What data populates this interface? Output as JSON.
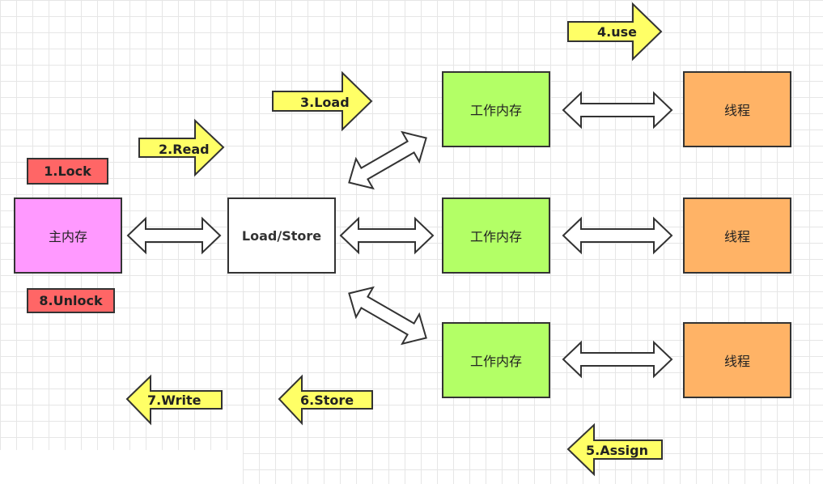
{
  "nodes": {
    "main_memory": "主内存",
    "load_store": "Load/Store",
    "working_memory": [
      "工作内存",
      "工作内存",
      "工作内存"
    ],
    "thread": [
      "线程",
      "线程",
      "线程"
    ]
  },
  "labels": {
    "lock": "1.Lock",
    "unlock": "8.Unlock"
  },
  "steps": {
    "read": "2.Read",
    "load": "3.Load",
    "use": "4.use",
    "assign": "5.Assign",
    "store": "6.Store",
    "write": "7.Write"
  },
  "colors": {
    "main_memory": "#ff99ff",
    "working_memory": "#b3ff66",
    "thread": "#ffb366",
    "lock_label": "#ff6666",
    "step_arrow": "#ffff66"
  }
}
